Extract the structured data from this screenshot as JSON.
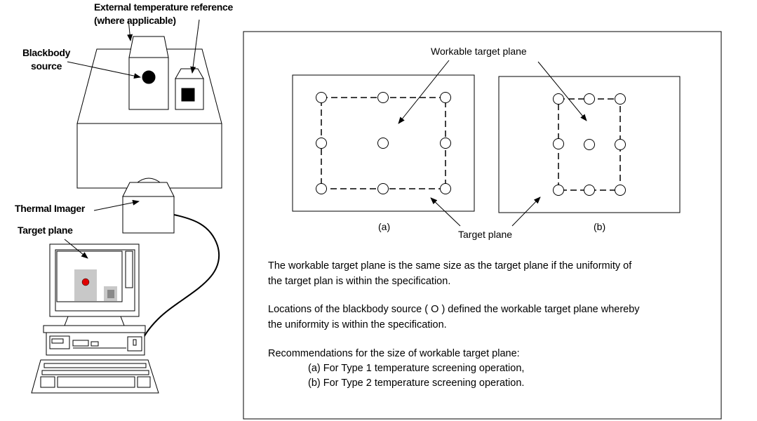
{
  "labels": {
    "ext_ref_line1": "External temperature reference",
    "ext_ref_line2": "(where applicable)",
    "blackbody_line1": "Blackbody",
    "blackbody_line2": "source",
    "thermal_imager": "Thermal Imager",
    "target_plane_left": "Target plane",
    "workable_target_plane": "Workable target plane",
    "target_plane_panel": "Target plane",
    "sub_a": "(a)",
    "sub_b": "(b)"
  },
  "notes": {
    "p1_line1": "The workable target plane is the same size as the target plane if the uniformity of",
    "p1_line2": "the target plan is within the specification.",
    "p2_line1": "Locations of the blackbody source ( O ) defined the workable target plane whereby",
    "p2_line2": "the uniformity is within the specification.",
    "p3_line1": "Recommendations for the size of workable target plane:",
    "p3_item_a": "(a) For Type 1 temperature screening operation,",
    "p3_item_b": "(b) For Type 2 temperature screening operation."
  },
  "colors": {
    "red_dot": "#e00000",
    "screen_grey": "#c8c8c8",
    "inner_grey": "#8a8a8a"
  }
}
